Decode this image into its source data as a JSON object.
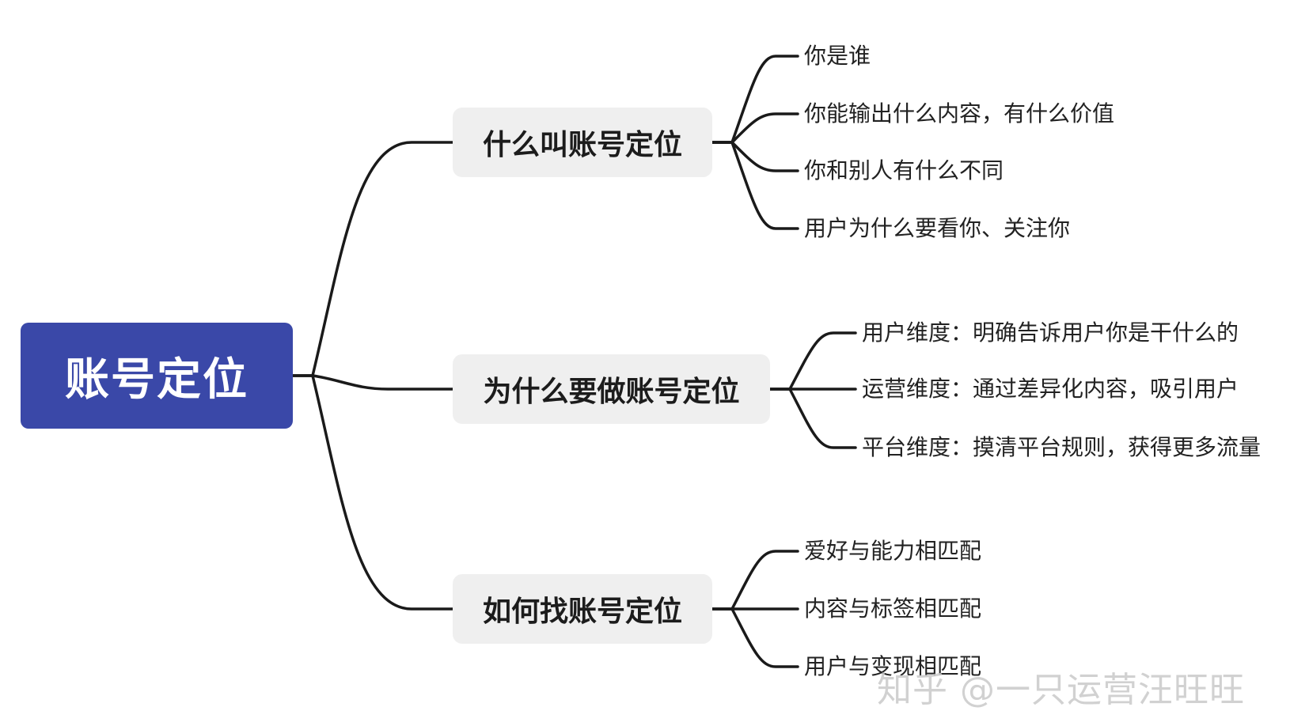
{
  "root": {
    "label": "账号定位"
  },
  "branches": [
    {
      "label": "什么叫账号定位",
      "leaves": [
        "你是谁",
        "你能输出什么内容，有什么价值",
        "你和别人有什么不同",
        "用户为什么要看你、关注你"
      ]
    },
    {
      "label": "为什么要做账号定位",
      "leaves": [
        "用户维度：明确告诉用户你是干什么的",
        "运营维度：通过差异化内容，吸引用户",
        "平台维度：摸清平台规则，获得更多流量"
      ]
    },
    {
      "label": "如何找账号定位",
      "leaves": [
        "爱好与能力相匹配",
        "内容与标签相匹配",
        "用户与变现相匹配"
      ]
    }
  ],
  "watermark": "知乎 @一只运营汪旺旺"
}
